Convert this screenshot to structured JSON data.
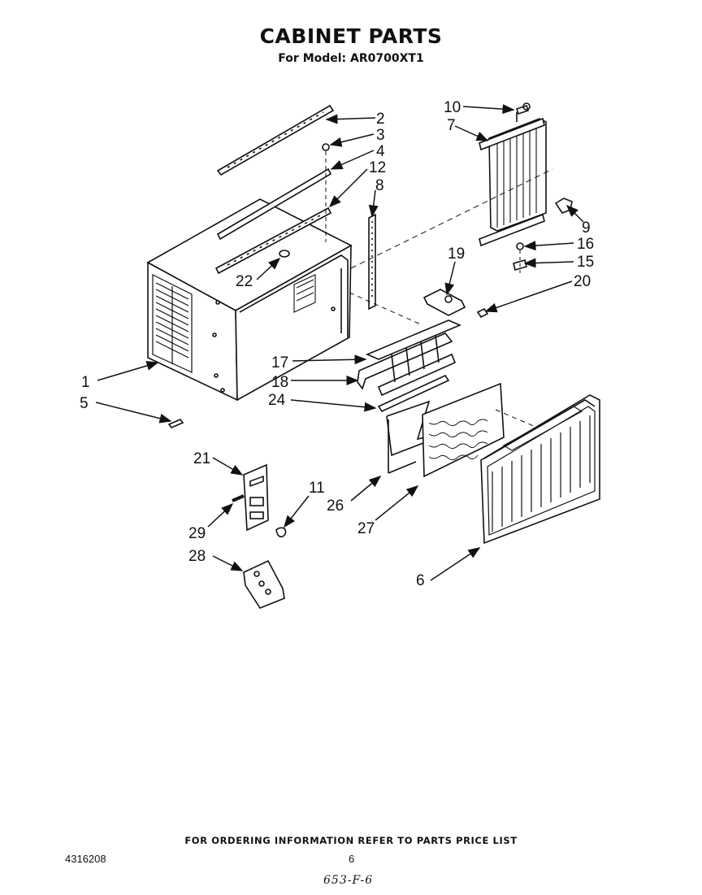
{
  "header": {
    "title": "CABINET PARTS",
    "subtitle": "For Model: AR0700XT1"
  },
  "callouts": [
    "1",
    "2",
    "3",
    "4",
    "5",
    "6",
    "7",
    "8",
    "9",
    "10",
    "11",
    "12",
    "15",
    "16",
    "17",
    "18",
    "19",
    "20",
    "21",
    "22",
    "24",
    "26",
    "27",
    "28",
    "29"
  ],
  "footer": {
    "ordering_note": "FOR ORDERING INFORMATION REFER TO PARTS PRICE LIST",
    "doc_number": "4316208",
    "page_number": "6",
    "handwritten_code": "653-F-6"
  }
}
